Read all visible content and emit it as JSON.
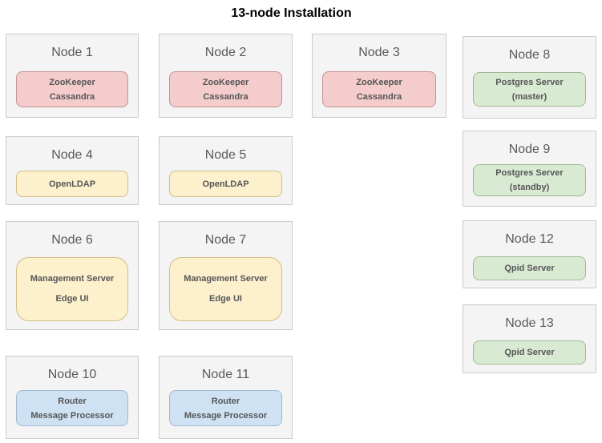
{
  "title": "13-node Installation",
  "colors": {
    "title_text": "#000000",
    "node_fill": "#f4f4f4",
    "node_stroke": "#cbcbcb",
    "node_label_text": "#595959",
    "service_text": "#565656",
    "red_fill": "#f4cccc",
    "red_stroke": "#c49292",
    "yellow_fill": "#fdf0cd",
    "yellow_stroke": "#d2bd88",
    "green_fill": "#d9ead3",
    "green_stroke": "#a2b795",
    "blue_fill": "#cfe2f3",
    "blue_stroke": "#9fb8d1"
  },
  "nodes": [
    {
      "label": "Node 1",
      "type": "red",
      "services": [
        "ZooKeeper",
        "Cassandra"
      ]
    },
    {
      "label": "Node 2",
      "type": "red",
      "services": [
        "ZooKeeper",
        "Cassandra"
      ]
    },
    {
      "label": "Node 3",
      "type": "red",
      "services": [
        "ZooKeeper",
        "Cassandra"
      ]
    },
    {
      "label": "Node 4",
      "type": "yellow",
      "services": [
        "OpenLDAP"
      ]
    },
    {
      "label": "Node 5",
      "type": "yellow",
      "services": [
        "OpenLDAP"
      ]
    },
    {
      "label": "Node 6",
      "type": "yellow",
      "services": [
        "Management Server",
        "Edge UI"
      ]
    },
    {
      "label": "Node 7",
      "type": "yellow",
      "services": [
        "Management Server",
        "Edge UI"
      ]
    },
    {
      "label": "Node 8",
      "type": "green",
      "services": [
        "Postgres Server",
        "(master)"
      ]
    },
    {
      "label": "Node 9",
      "type": "green",
      "services": [
        "Postgres Server",
        "(standby)"
      ]
    },
    {
      "label": "Node 10",
      "type": "blue",
      "services": [
        "Router",
        "Message Processor"
      ]
    },
    {
      "label": "Node 11",
      "type": "blue",
      "services": [
        "Router",
        "Message Processor"
      ]
    },
    {
      "label": "Node 12",
      "type": "green",
      "services": [
        "Qpid Server"
      ]
    },
    {
      "label": "Node 13",
      "type": "green",
      "services": [
        "Qpid Server"
      ]
    }
  ]
}
